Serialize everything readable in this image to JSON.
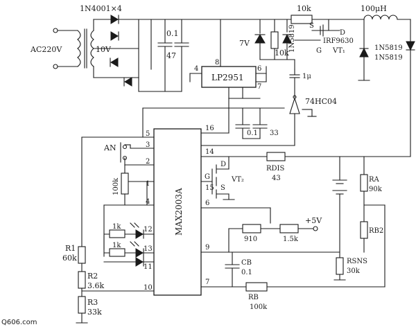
{
  "labels": {
    "ac": "AC220V",
    "v10": "10V",
    "diodes": "1N4001×4",
    "c01a": "0.1",
    "c47": "47",
    "ldo": "LP2951",
    "r10k": "10k",
    "d7v": "7V",
    "r10k2": "10k",
    "d1n5819a": "1N5819",
    "pmos": "IRF9630",
    "vt1": "VT₁",
    "s_pin": "S",
    "d_pin": "D",
    "g_pin": "G",
    "l100": "100μH",
    "d1n5819b": "1N5819",
    "d1n5819c": "1N5819",
    "c1u": "1μ",
    "inv": "74HC04",
    "c01b": "0.1",
    "c33": "33",
    "an": "AN",
    "r100k": "100k",
    "chip": "MAX2003A",
    "nmos_d": "D",
    "nmos_g": "G",
    "nmos_s": "S",
    "vt2": "VT₂",
    "rdis": "RDIS",
    "rdis_val": "43",
    "ra": "RA",
    "ra_val": "90k",
    "rb2": "RB2",
    "r1k_a": "1k",
    "r1k_b": "1k",
    "r910": "910",
    "r1_5k": "1.5k",
    "vplus": "+5V",
    "r1": "R1",
    "r1_val": "60k",
    "r2": "R2",
    "r2_val": "3.6k",
    "r3": "R3",
    "r3_val": "33k",
    "cb": "CB",
    "cb_val": "0.1",
    "rsns": "RSNS",
    "rsns_val": "30k",
    "rb": "RB",
    "rb_val": "100k",
    "watermark": "Q606.com"
  },
  "pins": {
    "p5": "5",
    "p3": "3",
    "p2": "2",
    "p1": "1",
    "p4": "4",
    "p12": "12",
    "p13": "13",
    "p11": "11",
    "p10": "10",
    "p16": "16",
    "p14": "14",
    "p15": "15",
    "p6": "6",
    "p9": "9",
    "p7": "7",
    "ldo8": "8",
    "ldo4": "4",
    "ldo6": "6",
    "ldo7": "7"
  }
}
